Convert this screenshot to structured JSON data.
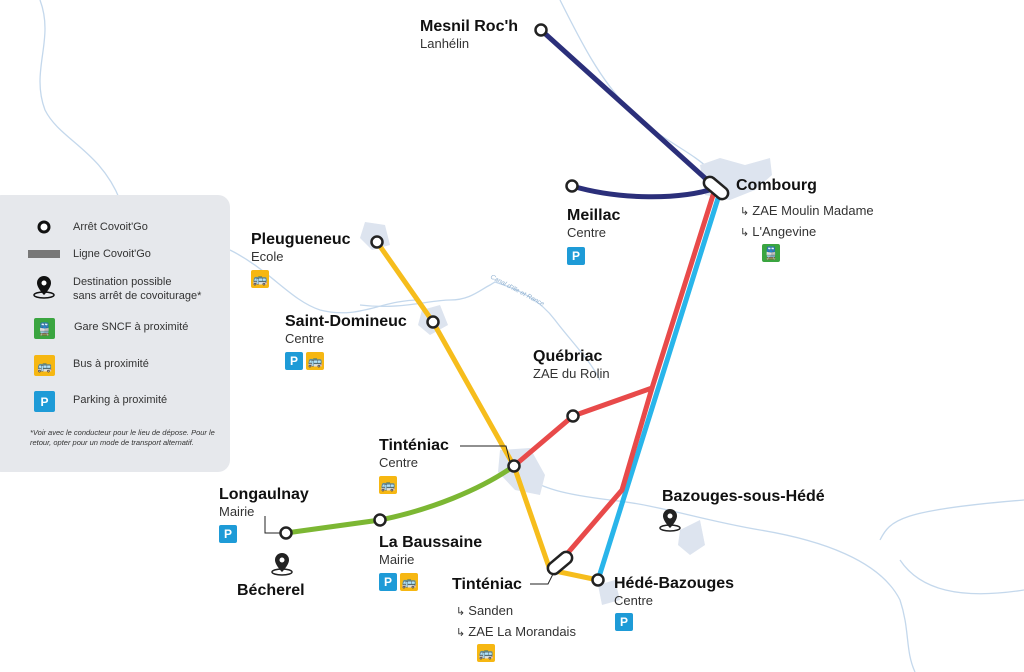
{
  "legend": {
    "items": [
      {
        "icon": "stop-circle-icon",
        "label": "Arrêt Covoit'Go"
      },
      {
        "icon": "line-bar-icon",
        "label": "Ligne Covoit'Go"
      },
      {
        "icon": "map-pin-icon",
        "label": "Destination possible",
        "label2": "sans arrêt de covoiturage*"
      },
      {
        "icon": "train-icon",
        "label": "Gare SNCF à proximité"
      },
      {
        "icon": "bus-icon",
        "label": "Bus à proximité"
      },
      {
        "icon": "parking-icon",
        "label": "Parking à proximité"
      }
    ],
    "note": "*Voir avec le conducteur pour le lieu de dépose. Pour le retour, opter pour un mode de transport alternatif."
  },
  "canal_label": "Canal d'Ille et Rance",
  "colors": {
    "navy": "#2b2f7a",
    "red": "#e84a4a",
    "blue": "#29b5ea",
    "yellow": "#f6bd1c",
    "green": "#7cb733",
    "parking": "#1e9bd7",
    "bus": "#f6b712",
    "train": "#3aa540"
  },
  "icons": {
    "parking": "P",
    "bus": "🚌",
    "train": "🚆"
  },
  "stops": {
    "mesnil": {
      "name": "Mesnil Roc'h",
      "sub": "Lanhélin"
    },
    "combourg": {
      "name": "Combourg",
      "dest1": "ZAE Moulin Madame",
      "dest2": "L'Angevine"
    },
    "meillac": {
      "name": "Meillac",
      "sub": "Centre"
    },
    "pleugueneuc": {
      "name": "Pleugueneuc",
      "sub": "Ecole"
    },
    "saint_domineuc": {
      "name": "Saint-Domineuc",
      "sub": "Centre"
    },
    "quebriac": {
      "name": "Québriac",
      "sub": "ZAE du Rolin"
    },
    "tinteniac_centre": {
      "name": "Tinténiac",
      "sub": "Centre"
    },
    "longaulnay": {
      "name": "Longaulnay",
      "sub": "Mairie"
    },
    "becherel": {
      "name": "Bécherel"
    },
    "la_baussaine": {
      "name": "La Baussaine",
      "sub": "Mairie"
    },
    "bazouges": {
      "name": "Bazouges-sous-Hédé"
    },
    "tinteniac_sud": {
      "name": "Tinténiac",
      "dest1": "Sanden",
      "dest2": "ZAE La Morandais"
    },
    "hede": {
      "name": "Hédé-Bazouges",
      "sub": "Centre"
    }
  }
}
